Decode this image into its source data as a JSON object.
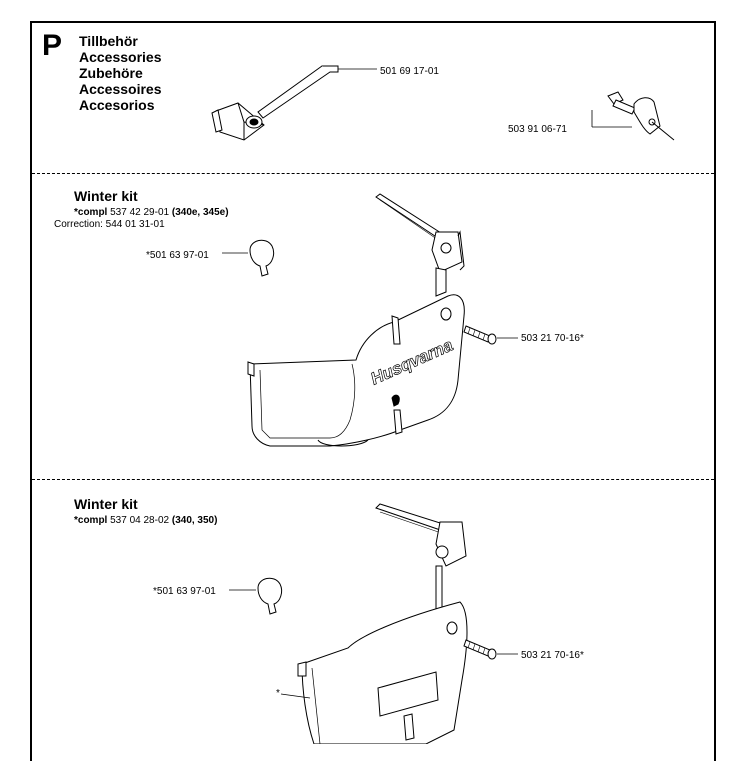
{
  "section": {
    "letter": "P",
    "titles": [
      "Tillbehör",
      "Accessories",
      "Zubehöre",
      "Accessoires",
      "Accesorios"
    ]
  },
  "accessories": {
    "tool_part": "501 69 17-01",
    "file_part": "503 91 06-71"
  },
  "winter_kit_1": {
    "title": "Winter kit",
    "compl_prefix": "*compl",
    "compl_number": "537 42 29-01",
    "compl_models": "(340e, 345e)",
    "correction": "Correction: 544 01 31-01",
    "plug_part": "*501 63 97-01",
    "screw_part": "503 21 70-16*",
    "brand": "Husqvarna"
  },
  "winter_kit_2": {
    "title": "Winter kit",
    "compl_prefix": "*compl",
    "compl_number": "537 04 28-02",
    "compl_models": "(340, 350)",
    "plug_part": "*501 63 97-01",
    "screw_part": "503 21 70-16*",
    "asterisk": "*"
  }
}
